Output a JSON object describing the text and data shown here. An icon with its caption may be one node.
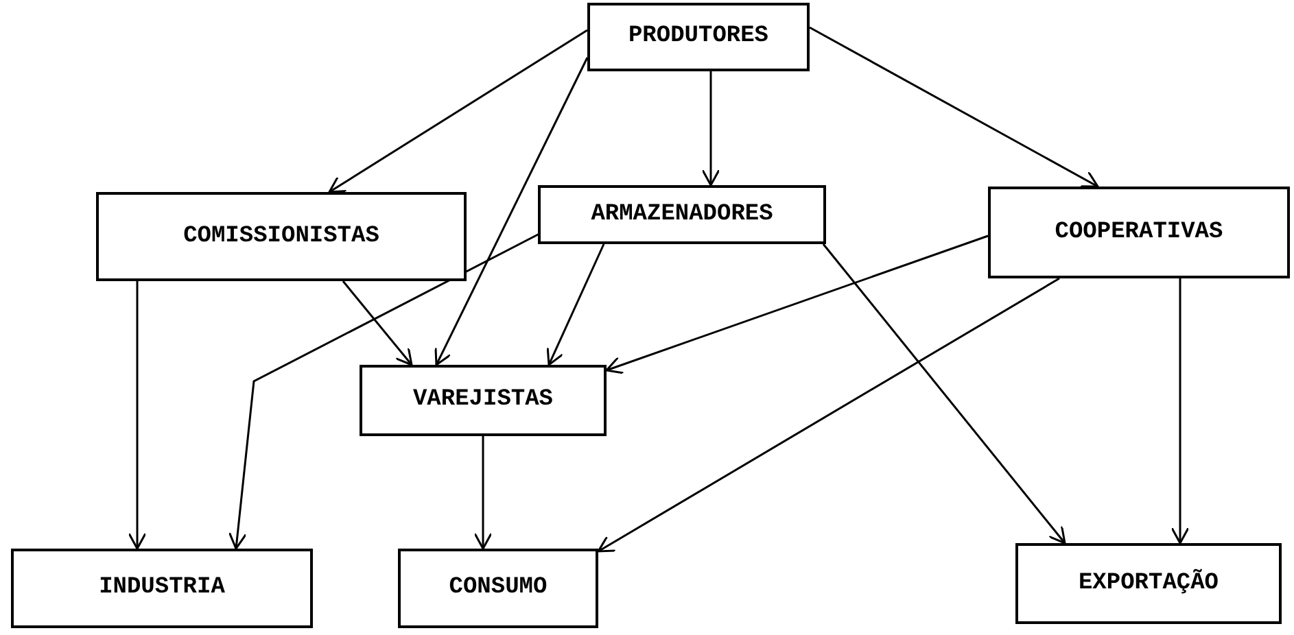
{
  "diagram": {
    "nodes": [
      {
        "text": [
          "PRODUTORES"
        ]
      },
      {
        "text": [
          "COMISSIONISTAS"
        ]
      },
      {
        "text": [
          "ARMAZENADORES"
        ]
      },
      {
        "text": [
          "COOPERATIVAS"
        ]
      },
      {
        "text": [
          "VAREJISTAS"
        ]
      },
      {
        "text": [
          "INDUSTRIA"
        ]
      },
      {
        "text": [
          "CONSUMO"
        ]
      },
      {
        "text": [
          "EXPORTAÇÃO"
        ]
      }
    ],
    "edges": [
      {
        "from": 0,
        "to": 1,
        "arrow": "to"
      },
      {
        "from": 0,
        "to": 2,
        "arrow": "to"
      },
      {
        "from": 0,
        "to": 3,
        "arrow": "to"
      },
      {
        "from": 0,
        "to": 4,
        "arrow": "to"
      },
      {
        "from": 1,
        "to": 5,
        "arrow": "to"
      },
      {
        "from": 1,
        "to": 4,
        "arrow": "to"
      },
      {
        "from": 2,
        "to": 4,
        "arrow": "to"
      },
      {
        "from": 2,
        "to": 5,
        "arrow": "to"
      },
      {
        "from": 2,
        "to": 7,
        "arrow": "to"
      },
      {
        "from": 3,
        "to": 4,
        "arrow": "to"
      },
      {
        "from": 3,
        "to": 6,
        "arrow": "to"
      },
      {
        "from": 3,
        "to": 7,
        "arrow": "to"
      },
      {
        "from": 4,
        "to": 6,
        "arrow": "to"
      }
    ]
  }
}
